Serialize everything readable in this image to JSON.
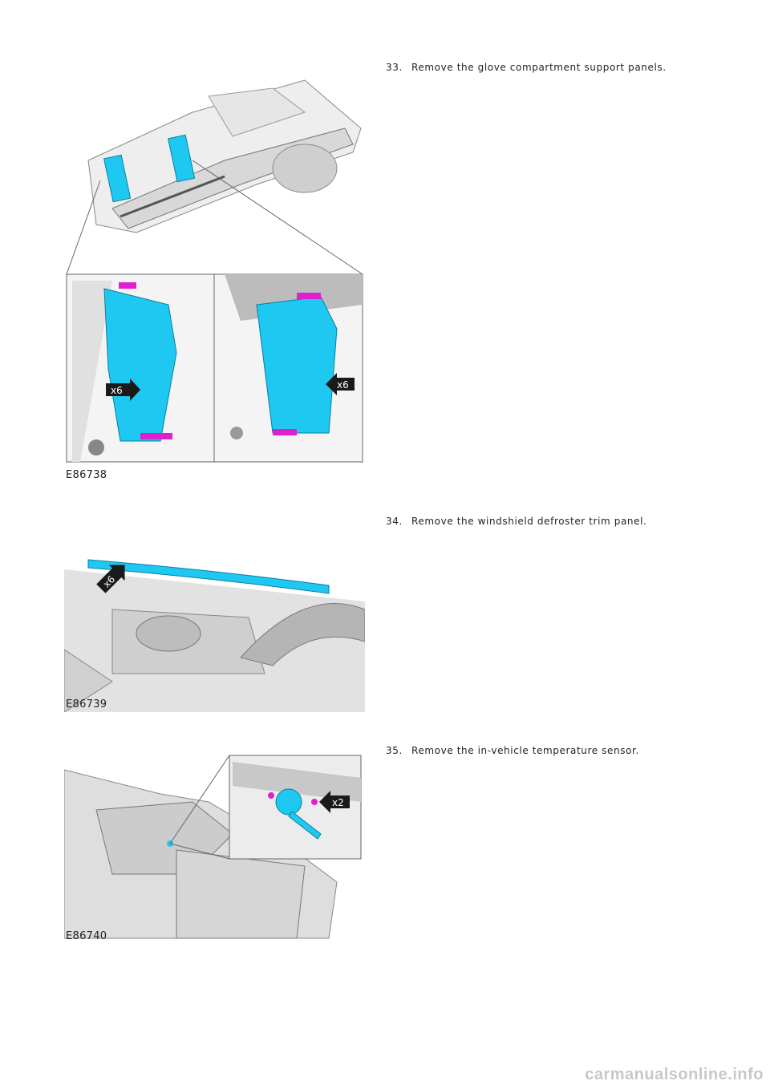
{
  "steps": [
    {
      "number": "33.",
      "text": "Remove the glove compartment support panels."
    },
    {
      "number": "34.",
      "text": "Remove the windshield defroster trim panel."
    },
    {
      "number": "35.",
      "text": "Remove the in-vehicle temperature sensor."
    }
  ],
  "figures": [
    {
      "label": "E86738",
      "callouts": [
        "x6",
        "x6"
      ]
    },
    {
      "label": "E86739",
      "callouts": [
        "x6"
      ]
    },
    {
      "label": "E86740",
      "callouts": [
        "x2"
      ]
    }
  ],
  "colors": {
    "highlight": "#1ec8f0",
    "fastener": "#e020d0",
    "callout": "#1a1a1a"
  },
  "footer": "carmanualsonline.info"
}
